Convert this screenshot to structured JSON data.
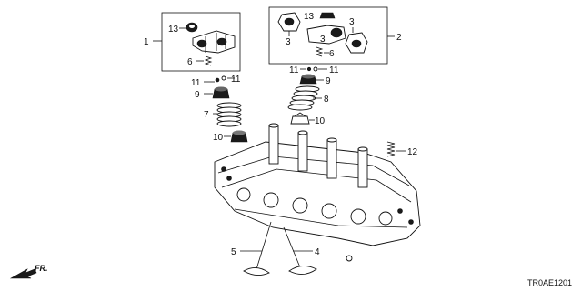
{
  "callouts": {
    "c1": "1",
    "c2": "2",
    "c3a": "3",
    "c3b": "3",
    "c3c": "3",
    "c4": "4",
    "c5": "5",
    "c6a": "6",
    "c6b": "6",
    "c7": "7",
    "c8": "8",
    "c9a": "9",
    "c9b": "9",
    "c10a": "10",
    "c10b": "10",
    "c11a": "11",
    "c11b": "11",
    "c11c": "11",
    "c12": "12",
    "c13a": "13",
    "c13b": "13"
  },
  "direction_label": "FR.",
  "diagram_code": "TR0AE1201",
  "icons": {
    "direction_arrow": "arrow-icon",
    "valve": "valve-icon",
    "spring": "spring-icon",
    "rocker": "rocker-arm-icon",
    "cylinder_head": "cylinder-head-icon"
  }
}
